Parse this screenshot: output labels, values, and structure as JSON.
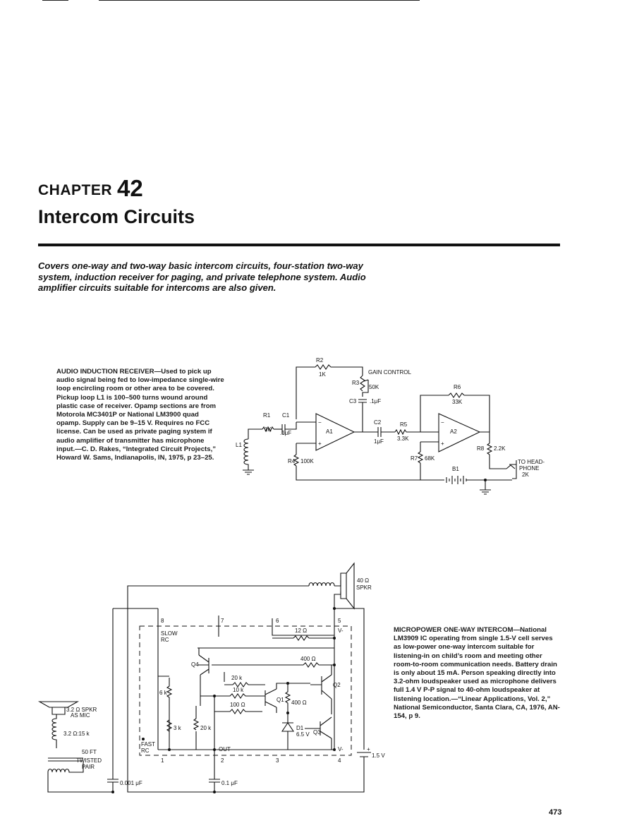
{
  "chapter": {
    "label": "CHAPTER",
    "number": "42",
    "title": "Intercom Circuits"
  },
  "intro": "Covers one-way and two-way basic intercom circuits, four-station two-way system, induction receiver for paging, and private telephone system. Audio amplifier circuits suitable for intercoms are also given.",
  "figure1": {
    "caption_head": "AUDIO INDUCTION RECEIVER",
    "caption_body": "—Used to pick up audio signal being fed to low-impedance single-wire loop encircling room or other area to be covered. Pickup loop L1 is 100–500 turns wound around plastic case of receiver. Opamp sections are from Motorola MC3401P or National LM3900 quad opamp. Supply can be 9–15 V. Requires no FCC license. Can be used as private paging system if audio amplifier of transmitter has microphone input.—C. D. Rakes, “Integrated Circuit Projects,” Howard W. Sams, Indianapolis, IN, 1975, p 23–25.",
    "labels": {
      "r2": "R2",
      "r2v": "1K",
      "gain": "GAIN CONTROL",
      "r3": "R3",
      "r3v": "50K",
      "c3": "C3",
      "c3v": ".1μF",
      "r6": "R6",
      "r6v": "33K",
      "r1": "R1",
      "r1v": "1K",
      "c1": "C1",
      "c1v": ".1μF",
      "l1": "L1",
      "a1": "A1",
      "c2": "C2",
      "c2v": "1μF",
      "r5": "R5",
      "r5v": "3.3K",
      "a2": "A2",
      "r8": "R8",
      "r8v": "2.2K",
      "r4": "R4",
      "r4v": "100K",
      "r7": "R7",
      "r7v": "68K",
      "b1": "B1",
      "head1": "TO HEAD-",
      "head2": "PHONE",
      "head3": "2K",
      "minus": "−",
      "plus": "+"
    }
  },
  "figure2": {
    "caption_head": "MICROPOWER ONE-WAY INTERCOM",
    "caption_body": "—National LM3909 IC operating from single 1.5-V cell serves as low-power one-way intercom suitable for listening-in on child’s room and meeting other room-to-room communication needs. Battery drain is only about 15 mA. Person speaking directly into 3.2-ohm loudspeaker used as microphone delivers full 1.4 V P-P signal to 40-ohm loudspeaker at listening location.—“Linear Applications, Vol. 2,” National Semiconductor, Santa Clara, CA, 1976, AN-154, p 9.",
    "labels": {
      "spk40a": "40 Ω",
      "spk40b": "SPKR",
      "p8": "8",
      "p7": "7",
      "p6": "6",
      "p5": "5",
      "p1": "1",
      "p2": "2",
      "p3": "3",
      "p4": "4",
      "slow1": "SLOW",
      "slow2": "RC",
      "vm1": "V-",
      "vm2": "V-",
      "r12": "12 Ω",
      "r400a": "400 Ω",
      "r400b": "400 Ω",
      "q4": "Q4",
      "q1": "Q1",
      "q2": "Q2",
      "q3": "Q3",
      "r20k": "20 k",
      "r10k": "10 k",
      "r100": "100 Ω",
      "r6k": "6 k",
      "r3k": "3 k",
      "r20kb": "20 k",
      "d1": "D1",
      "d1v": "6.5 V",
      "fast1": "FAST",
      "fast2": "RC",
      "out": "OUT",
      "spk32a": "3.2 Ω SPKR",
      "spk32b": "AS MIC",
      "xfmr": "3.2 Ω:15 k",
      "ft1": "50 FT",
      "ft2": "TWISTED",
      "ft3": "PAIR",
      "cap1": "0.001 μF",
      "cap2": "0.1 μF",
      "batt": "1.5 V",
      "bplus": "+"
    }
  },
  "page_number": "473"
}
